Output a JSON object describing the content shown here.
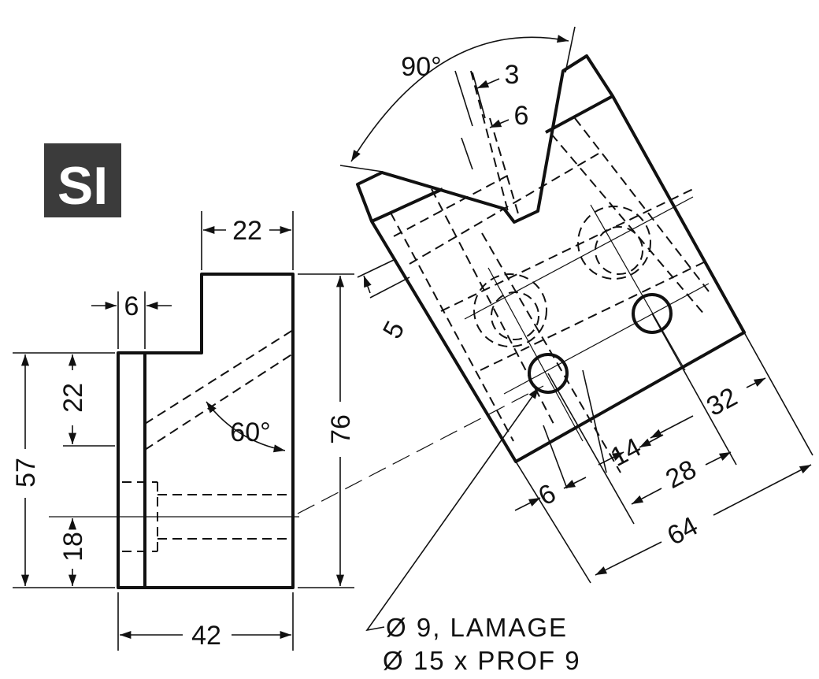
{
  "badge": {
    "label": "SI",
    "bg": "#3b3b3b",
    "fg": "#ffffff"
  },
  "front_view": {
    "dims": {
      "top_width": "22",
      "left_strip": "6",
      "upper_height": "22",
      "overall_height": "57",
      "lower_height": "18",
      "total_height": "76",
      "base_width": "42",
      "angle": "60°"
    }
  },
  "aux_view": {
    "dims": {
      "v_angle": "90°",
      "slot_a": "3",
      "slot_b": "6",
      "offset": "5",
      "d32": "32",
      "d14": "14",
      "d28": "28",
      "d6": "6",
      "d64": "64"
    }
  },
  "note": {
    "line1": "Ø 9, LAMAGE",
    "line2": "Ø 15 x PROF 9"
  }
}
